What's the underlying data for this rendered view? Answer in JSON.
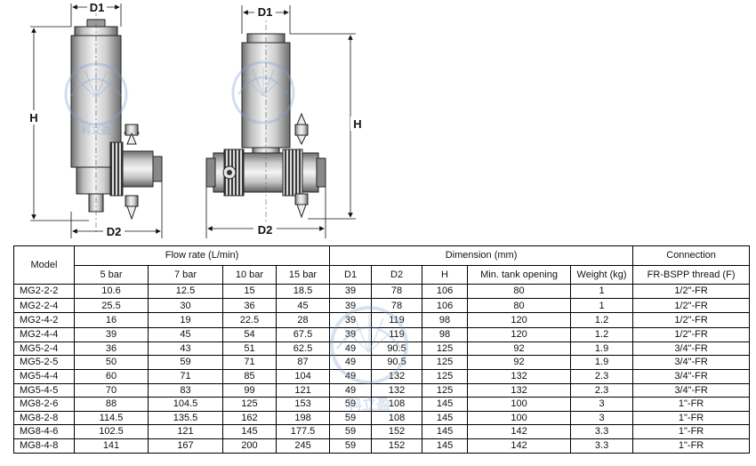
{
  "drawing": {
    "dim_labels": {
      "left_d1": "D1",
      "left_h": "H",
      "left_d2": "D2",
      "right_d1": "D1",
      "right_h": "H",
      "right_d2": "D2"
    },
    "watermark_text": "科立盈"
  },
  "table": {
    "headers": {
      "model": "Model",
      "flow_rate": "Flow rate (L/min)",
      "dimension": "Dimension (mm)",
      "connection": "Connection",
      "sub": [
        "5 bar",
        "7 bar",
        "10 bar",
        "15 bar",
        "D1",
        "D2",
        "H",
        "Min. tank opening",
        "Weight (kg)",
        "FR-BSPP thread (F)"
      ]
    },
    "rows": [
      [
        "MG2-2-2",
        "10.6",
        "12.5",
        "15",
        "18.5",
        "39",
        "78",
        "106",
        "80",
        "1",
        "1/2\"-FR"
      ],
      [
        "MG2-2-4",
        "25.5",
        "30",
        "36",
        "45",
        "39",
        "78",
        "106",
        "80",
        "1",
        "1/2\"-FR"
      ],
      [
        "MG2-4-2",
        "16",
        "19",
        "22.5",
        "28",
        "39",
        "119",
        "98",
        "120",
        "1.2",
        "1/2\"-FR"
      ],
      [
        "MG2-4-4",
        "39",
        "45",
        "54",
        "67.5",
        "39",
        "119",
        "98",
        "120",
        "1.2",
        "1/2\"-FR"
      ],
      [
        "MG5-2-4",
        "36",
        "43",
        "51",
        "62.5",
        "49",
        "90.5",
        "125",
        "92",
        "1.9",
        "3/4\"-FR"
      ],
      [
        "MG5-2-5",
        "50",
        "59",
        "71",
        "87",
        "49",
        "90.5",
        "125",
        "92",
        "1.9",
        "3/4\"-FR"
      ],
      [
        "MG5-4-4",
        "60",
        "71",
        "85",
        "104",
        "49",
        "132",
        "125",
        "132",
        "2.3",
        "3/4\"-FR"
      ],
      [
        "MG5-4-5",
        "70",
        "83",
        "99",
        "121",
        "49",
        "132",
        "125",
        "132",
        "2.3",
        "3/4\"-FR"
      ],
      [
        "MG8-2-6",
        "88",
        "104.5",
        "125",
        "153",
        "59",
        "108",
        "145",
        "100",
        "3",
        "1\"-FR"
      ],
      [
        "MG8-2-8",
        "114.5",
        "135.5",
        "162",
        "198",
        "59",
        "108",
        "145",
        "100",
        "3",
        "1\"-FR"
      ],
      [
        "MG8-4-6",
        "102.5",
        "121",
        "145",
        "177.5",
        "59",
        "152",
        "145",
        "142",
        "3.3",
        "1\"-FR"
      ],
      [
        "MG8-4-8",
        "141",
        "167",
        "200",
        "245",
        "59",
        "152",
        "145",
        "142",
        "3.3",
        "1\"-FR"
      ]
    ]
  }
}
